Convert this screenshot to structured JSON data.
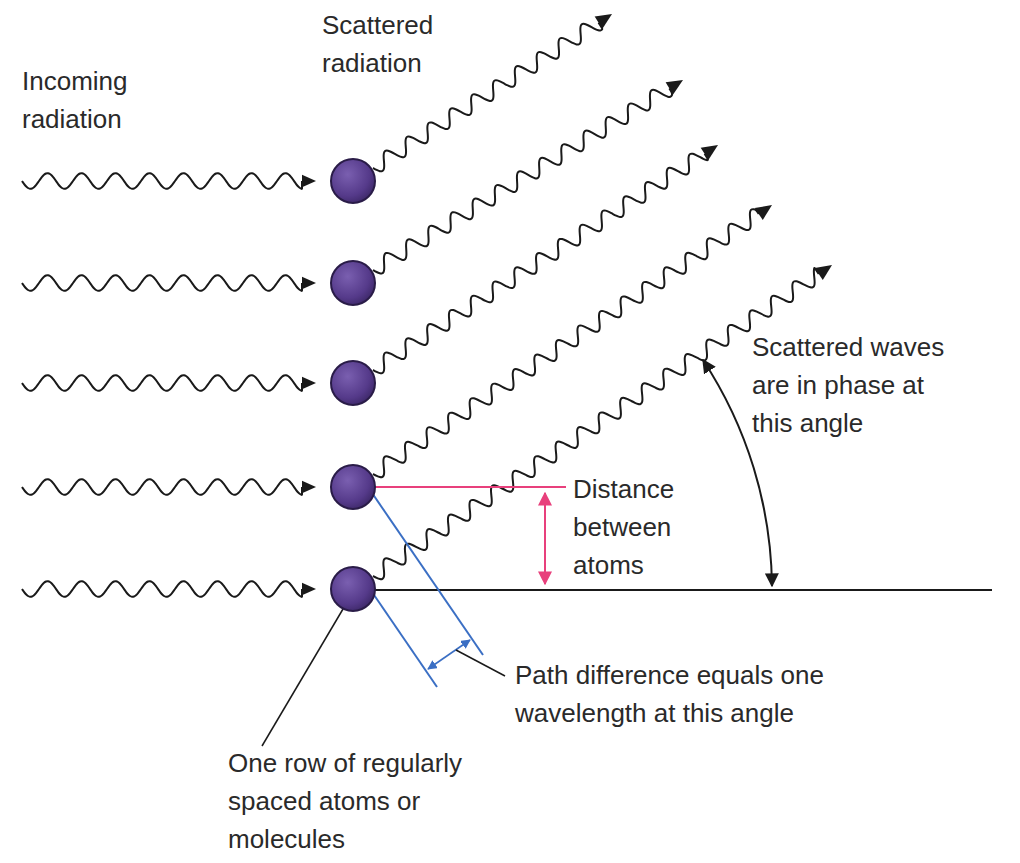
{
  "diagram": {
    "labels": [
      "Incoming radiation",
      "Scattered radiation",
      "Scattered waves are in phase at this angle",
      "Distance between atoms",
      "Path difference equals one wavelength at this angle",
      "One row of regularly spaced atoms or molecules"
    ]
  }
}
